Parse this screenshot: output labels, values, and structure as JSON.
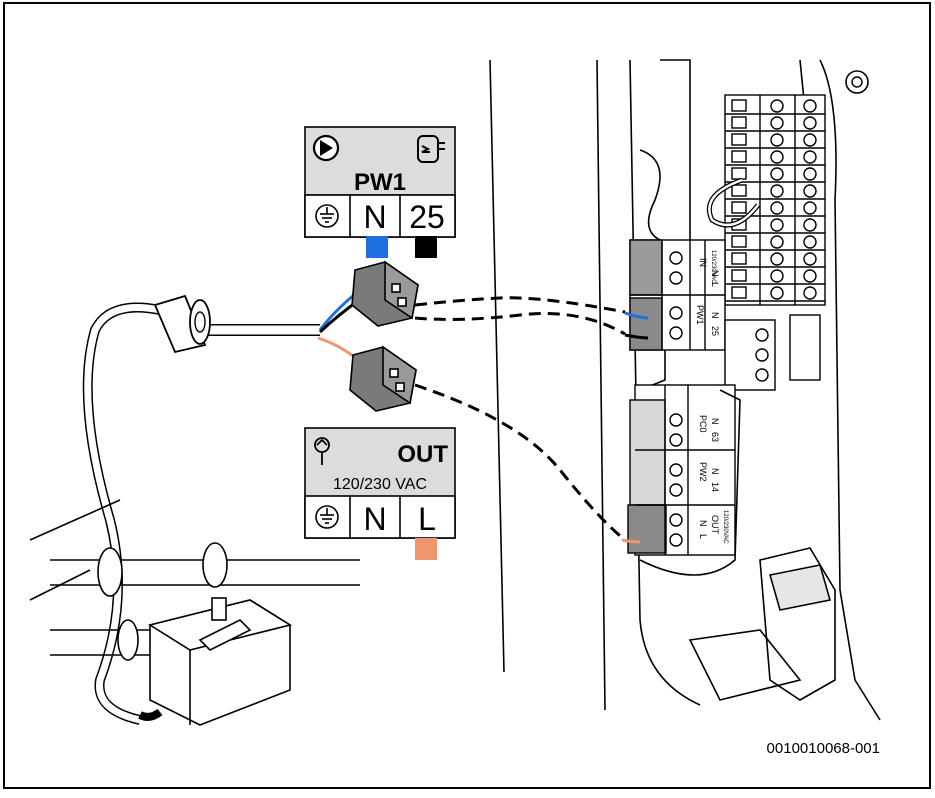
{
  "pw1_label": {
    "title": "PW1",
    "terminals": [
      "N",
      "25"
    ],
    "wire_colors": [
      "#1f6fe0",
      "#000000"
    ]
  },
  "out_label": {
    "title": "OUT",
    "voltage": "120/230 VAC",
    "terminals": [
      "N",
      "L"
    ],
    "wire_color": "#f0966e"
  },
  "terminal_block": {
    "in_label": "IN",
    "pw1_label": "PW1",
    "pc0_label": "PC0",
    "pw2_label": "PW2",
    "out_label": "OUT",
    "voltage_small": "120/230VAC",
    "terminals_in": [
      "N",
      "L"
    ],
    "terminals_pw1": [
      "N",
      "25"
    ],
    "terminals_pc0": [
      "N",
      "63"
    ],
    "terminals_pw2": [
      "N",
      "14"
    ],
    "terminals_out": [
      "N",
      "L"
    ]
  },
  "figure_id": "0010010068-001",
  "colors": {
    "label_fill": "#dcdcdc",
    "connector": "#7a7a7a",
    "terminal": "#8a8a8a",
    "wire_blue": "#1f6fe0",
    "wire_orange": "#f0966e"
  }
}
